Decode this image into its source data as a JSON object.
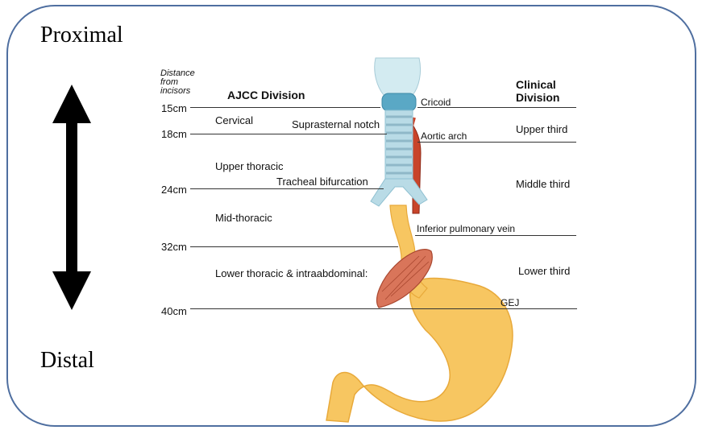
{
  "labels": {
    "proximal": "Proximal",
    "distal": "Distal",
    "distance_from_incisors": "Distance from incisors",
    "ajcc_division": "AJCC Division",
    "clinical_division": "Clinical Division"
  },
  "distances": [
    "15cm",
    "18cm",
    "24cm",
    "32cm",
    "40cm"
  ],
  "ajcc_regions": [
    "Cervical",
    "Upper thoracic",
    "Mid-thoracic",
    "Lower thoracic & intraabdominal:"
  ],
  "landmarks": [
    "Suprasternal notch",
    "Tracheal bifurcation",
    "Cricoid",
    "Aortic arch",
    "Inferior pulmonary vein",
    "GEJ"
  ],
  "clinical_regions": [
    "Upper third",
    "Middle third",
    "Lower third"
  ],
  "colors": {
    "frame": "#4f6fa0",
    "stomach": "#f7c661",
    "trachea": "#b9dbe6",
    "aorta": "#c8442a",
    "diaphragm": "#d9755a"
  }
}
